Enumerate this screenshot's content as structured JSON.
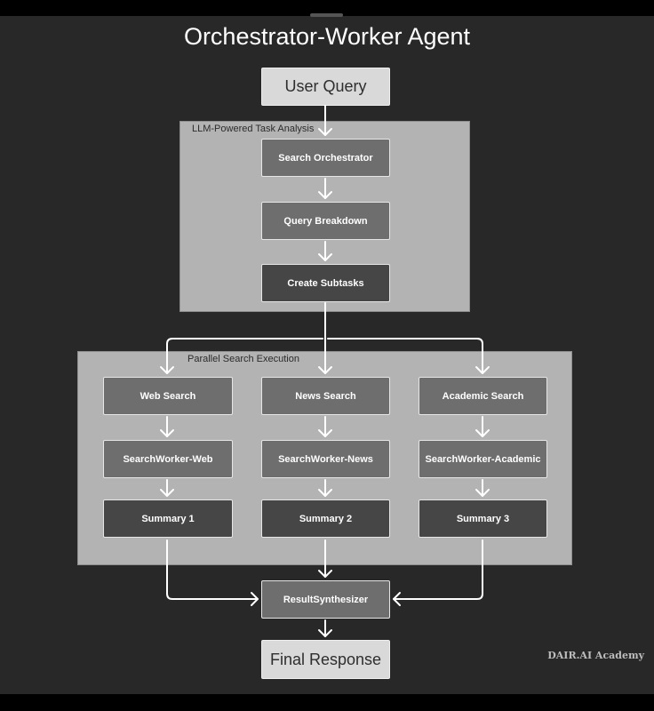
{
  "title": "Orchestrator-Worker Agent",
  "watermark": "DAIR.AI Academy",
  "colors": {
    "background": "#282828",
    "group_fill": "#b3b3b3",
    "light_node": "#d9d9d9",
    "mid_node": "#6e6e6e",
    "dark_node": "#464646",
    "edge": "#ffffff"
  },
  "nodes": {
    "user_query": "User Query",
    "search_orchestrator": "Search Orchestrator",
    "query_breakdown": "Query Breakdown",
    "create_subtasks": "Create Subtasks",
    "web_search": "Web Search",
    "news_search": "News Search",
    "academic_search": "Academic Search",
    "worker_web": "SearchWorker-Web",
    "worker_news": "SearchWorker-News",
    "worker_academic": "SearchWorker-Academic",
    "summary_1": "Summary 1",
    "summary_2": "Summary 2",
    "summary_3": "Summary 3",
    "result_synthesizer": "ResultSynthesizer",
    "final_response": "Final Response"
  },
  "groups": {
    "task_analysis": "LLM-Powered Task Analysis",
    "parallel_execution": "Parallel Search Execution"
  },
  "edges": [
    [
      "user_query",
      "search_orchestrator"
    ],
    [
      "search_orchestrator",
      "query_breakdown"
    ],
    [
      "query_breakdown",
      "create_subtasks"
    ],
    [
      "create_subtasks",
      "web_search"
    ],
    [
      "create_subtasks",
      "news_search"
    ],
    [
      "create_subtasks",
      "academic_search"
    ],
    [
      "web_search",
      "worker_web"
    ],
    [
      "news_search",
      "worker_news"
    ],
    [
      "academic_search",
      "worker_academic"
    ],
    [
      "worker_web",
      "summary_1"
    ],
    [
      "worker_news",
      "summary_2"
    ],
    [
      "worker_academic",
      "summary_3"
    ],
    [
      "summary_1",
      "result_synthesizer"
    ],
    [
      "summary_2",
      "result_synthesizer"
    ],
    [
      "summary_3",
      "result_synthesizer"
    ],
    [
      "result_synthesizer",
      "final_response"
    ]
  ]
}
